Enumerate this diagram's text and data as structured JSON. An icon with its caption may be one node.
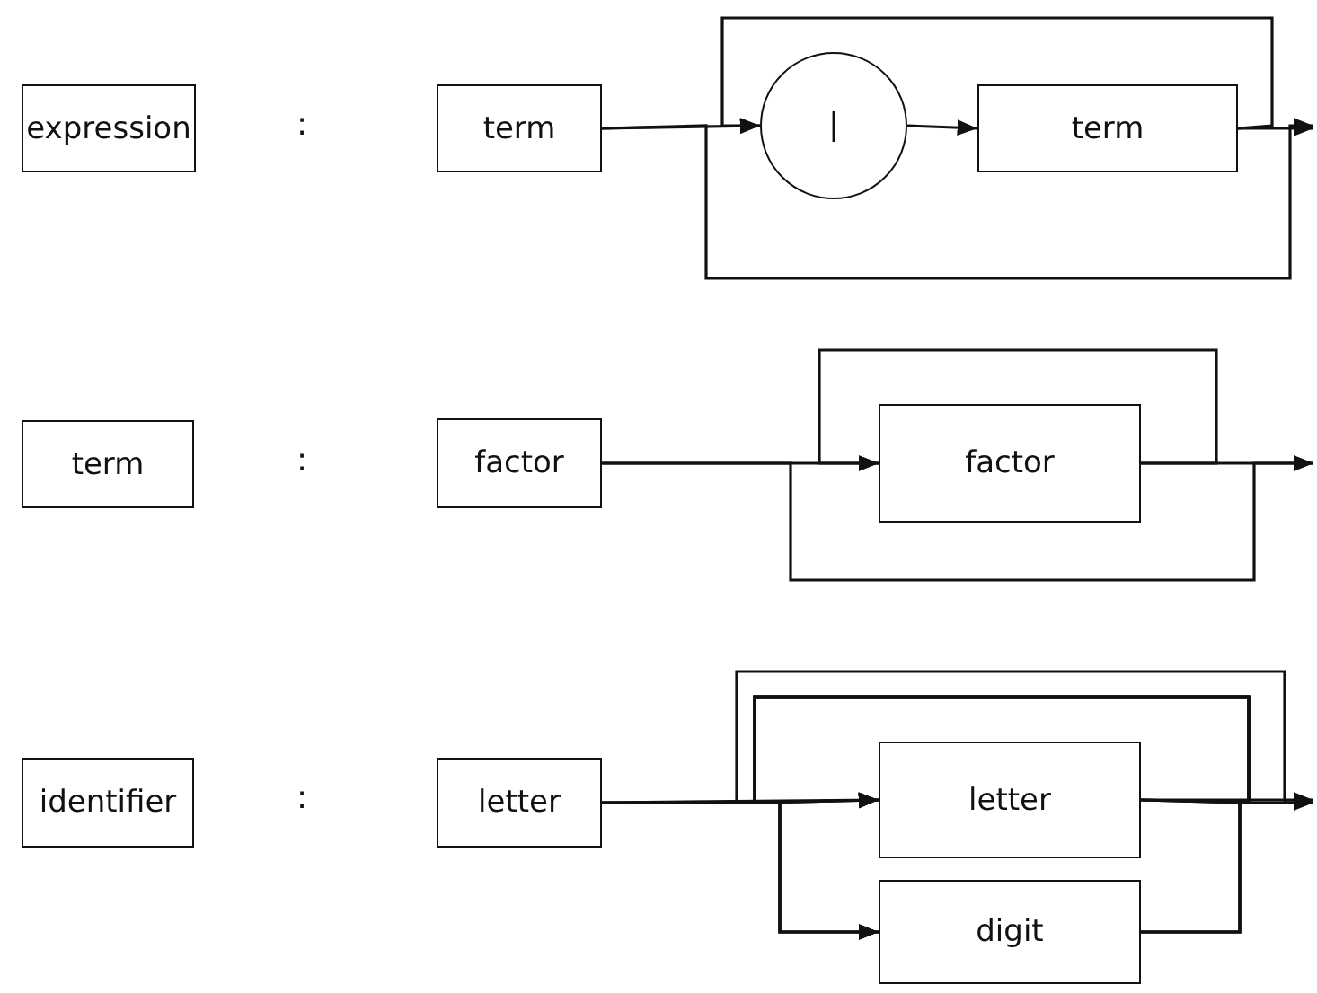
{
  "diagram": {
    "nodes": [
      {
        "text": [
          "expression"
        ]
      },
      {
        "text": [
          "term"
        ]
      },
      {
        "text": [
          "|"
        ]
      },
      {
        "text": [
          "term"
        ]
      },
      {
        "text": [
          "term"
        ]
      },
      {
        "text": [
          "factor"
        ]
      },
      {
        "text": [
          "factor"
        ]
      },
      {
        "text": [
          "identifier"
        ]
      },
      {
        "text": [
          "letter"
        ]
      },
      {
        "text": [
          "letter"
        ]
      },
      {
        "text": [
          "digit"
        ]
      }
    ],
    "edges": [
      {
        "from": 1,
        "to": 2,
        "arrow": "to"
      },
      {
        "from": 2,
        "to": 3,
        "arrow": "to"
      },
      {
        "from": 3,
        "to": 2,
        "arrow": "to"
      },
      {
        "from": 1,
        "to": null,
        "arrow": "to"
      },
      {
        "from": 3,
        "to": null,
        "arrow": "to"
      },
      {
        "from": 5,
        "to": 6,
        "arrow": "to"
      },
      {
        "from": 6,
        "to": 6,
        "arrow": "to"
      },
      {
        "from": 5,
        "to": null,
        "arrow": "to"
      },
      {
        "from": 6,
        "to": null,
        "arrow": "to"
      },
      {
        "from": 8,
        "to": 9,
        "arrow": "to"
      },
      {
        "from": 8,
        "to": 10,
        "arrow": "to"
      },
      {
        "from": 9,
        "to": 9,
        "arrow": "to"
      },
      {
        "from": 9,
        "to": 10,
        "arrow": "to"
      },
      {
        "from": 10,
        "to": 9,
        "arrow": "to"
      },
      {
        "from": 10,
        "to": 10,
        "arrow": "to"
      },
      {
        "from": 8,
        "to": null,
        "arrow": "to"
      },
      {
        "from": 9,
        "to": null,
        "arrow": "to"
      },
      {
        "from": 10,
        "to": null,
        "arrow": "to"
      }
    ],
    "labels": [
      ":",
      ":",
      ":"
    ]
  }
}
